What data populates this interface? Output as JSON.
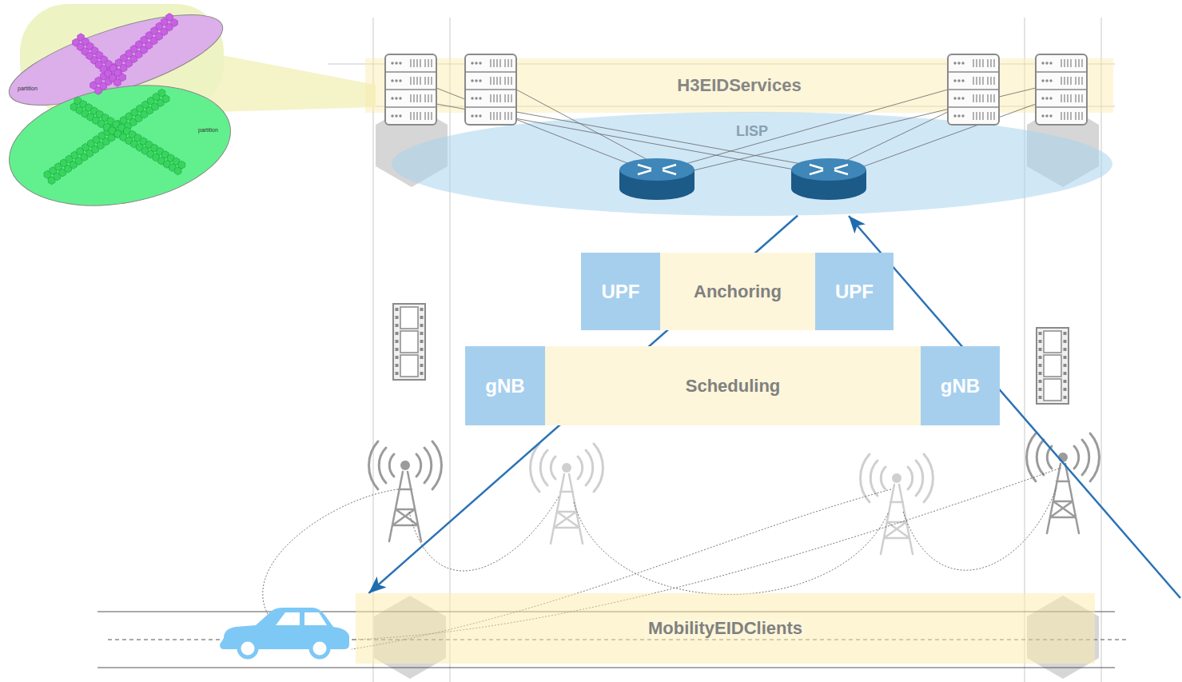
{
  "diagram": {
    "nodes": [
      {
        "text": [
          "H3EIDServices"
        ]
      },
      {
        "text": [
          "LISP"
        ]
      },
      {
        "text": [
          "UPF"
        ]
      },
      {
        "text": [
          "Anchoring"
        ]
      },
      {
        "text": [
          "UPF"
        ]
      },
      {
        "text": [
          "gNB"
        ]
      },
      {
        "text": [
          "Scheduling"
        ]
      },
      {
        "text": [
          "gNB"
        ]
      },
      {
        "text": [
          "MobilityEIDClients"
        ]
      }
    ],
    "edges": [
      {
        "from": 1,
        "to": 8,
        "arrow": "to"
      }
    ],
    "labels": [
      "partition",
      "partition"
    ]
  }
}
